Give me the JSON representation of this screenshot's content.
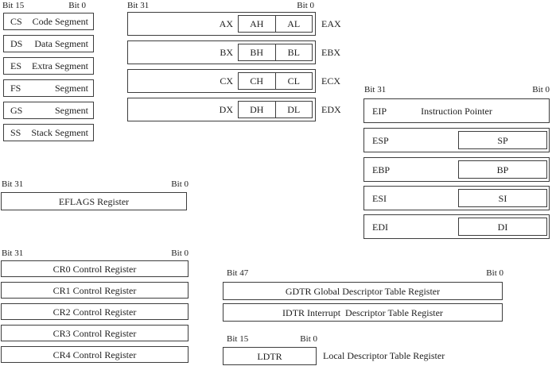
{
  "segment_registers": {
    "bit_high": "Bit 15",
    "bit_low": "Bit 0",
    "rows": [
      {
        "code": "CS",
        "name": "Code Segment"
      },
      {
        "code": "DS",
        "name": "Data Segment"
      },
      {
        "code": "ES",
        "name": "Extra Segment"
      },
      {
        "code": "FS",
        "name": "Segment"
      },
      {
        "code": "GS",
        "name": "Segment"
      },
      {
        "code": "SS",
        "name": "Stack Segment"
      }
    ]
  },
  "general_registers": {
    "bit_high": "Bit 31",
    "bit_low": "Bit 0",
    "rows": [
      {
        "word": "AX",
        "high": "AH",
        "low": "AL",
        "extended": "EAX"
      },
      {
        "word": "BX",
        "high": "BH",
        "low": "BL",
        "extended": "EBX"
      },
      {
        "word": "CX",
        "high": "CH",
        "low": "CL",
        "extended": "ECX"
      },
      {
        "word": "DX",
        "high": "DH",
        "low": "DL",
        "extended": "EDX"
      }
    ]
  },
  "pointer_index_registers": {
    "bit_high": "Bit 31",
    "bit_low": "Bit 0",
    "eip_code": "EIP",
    "eip_name": "Instruction Pointer",
    "rows": [
      {
        "code": "ESP",
        "sub": "SP"
      },
      {
        "code": "EBP",
        "sub": "BP"
      },
      {
        "code": "ESI",
        "sub": "SI"
      },
      {
        "code": "EDI",
        "sub": "DI"
      }
    ]
  },
  "eflags": {
    "bit_high": "Bit 31",
    "bit_low": "Bit 0",
    "label": "EFLAGS Register"
  },
  "control_registers": {
    "bit_high": "Bit 31",
    "bit_low": "Bit 0",
    "rows": [
      {
        "label": "CR0 Control Register"
      },
      {
        "label": "CR1 Control Register"
      },
      {
        "label": "CR2 Control Register"
      },
      {
        "label": "CR3 Control Register"
      },
      {
        "label": "CR4 Control Register"
      }
    ]
  },
  "descriptor_registers": {
    "bit_high": "Bit 47",
    "bit_low": "Bit 0",
    "rows": [
      {
        "label": "GDTR Global Descriptor Table Register"
      },
      {
        "label": "IDTR Interrupt  Descriptor Table Register"
      }
    ],
    "ldtr": {
      "bit_high": "Bit 15",
      "bit_low": "Bit 0",
      "label": "LDTR",
      "caption": "Local Descriptor Table Register"
    }
  }
}
